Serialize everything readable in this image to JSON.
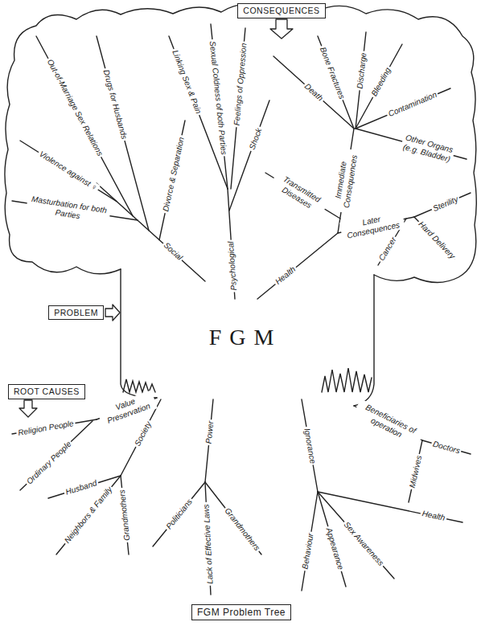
{
  "diagram": {
    "nodes": [
      {
        "text": [
          "CONSEQUENCES"
        ]
      },
      {
        "text": [
          "PROBLEM"
        ]
      },
      {
        "text": [
          "ROOT CAUSES"
        ]
      },
      {
        "text": [
          "FGM Problem Tree"
        ]
      }
    ],
    "labels": [
      "Out-of-Marriage Sex Relations",
      "Drugs for Husbands",
      "Violence against ♀",
      "Masturbation for both Parties",
      "Divorce & Separation",
      "Social",
      "Linking Sex & Pain",
      "Sexual Coldness of both Parties",
      "Feelings of Oppression",
      "Shock",
      "Psychological",
      "Death",
      "Bone Fractures",
      "Discharge",
      "Bleeding",
      "Contamination",
      "Transmitted Diseases",
      "Immediate Consequences",
      "Other Organs (e.g. Bladder)",
      "Sterility",
      "Later Consequences",
      "Health",
      "Cancer",
      "Hard Delivery",
      "FGM",
      "Religion People",
      "Value Preservation",
      "Ordinary People",
      "Husband",
      "Neighbors & Family",
      "Society",
      "Grandmothers",
      "Politicians",
      "Lack of Effective Laws",
      "Power",
      "Grandmothers",
      "Ignorance",
      "Beneficiaries of operation",
      "Doctors",
      "Midwives",
      "Behaviour",
      "Appearance",
      "Sex Awareness",
      "Health"
    ]
  }
}
